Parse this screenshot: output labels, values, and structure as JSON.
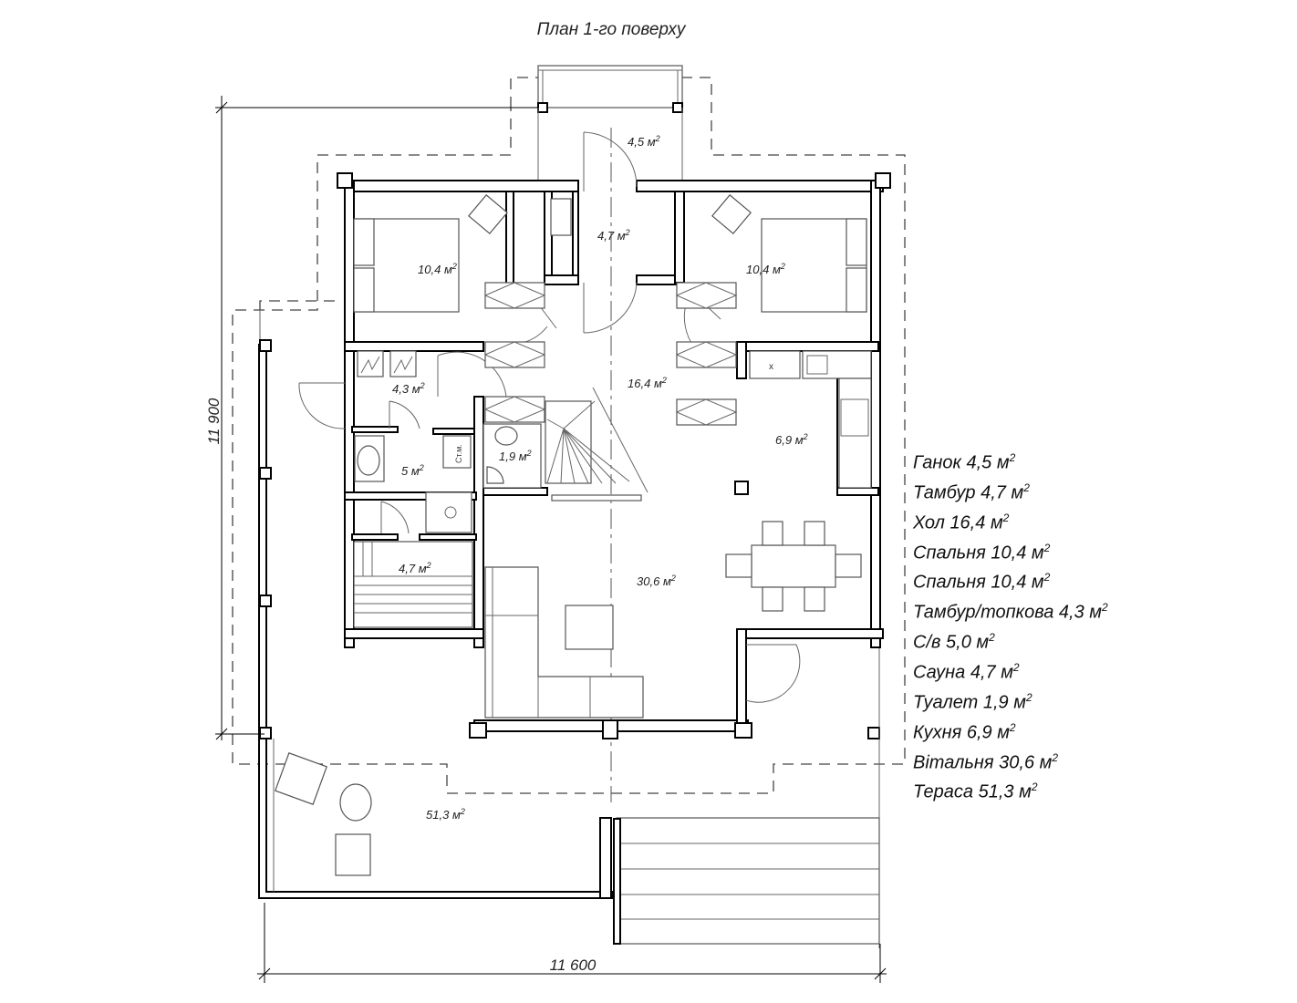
{
  "title": "План 1-го поверху",
  "unit": "м",
  "unit_sup": "2",
  "dimensions": {
    "height": "11 900",
    "width": "11 600"
  },
  "room_labels": {
    "porch": "4,5",
    "vestibule": "4,7",
    "bedroom_left": "10,4",
    "bedroom_right": "10,4",
    "hall": "16,4",
    "boiler": "4,3",
    "kitchen": "6,9",
    "toilet": "1,9",
    "bathroom": "5",
    "sauna": "4,7",
    "living": "30,6",
    "terrace": "51,3"
  },
  "fixture_labels": {
    "washer": "Ст.м.",
    "stove_mark": "x"
  },
  "legend": [
    {
      "name": "Ганок",
      "area": "4,5"
    },
    {
      "name": "Тамбур",
      "area": "4,7"
    },
    {
      "name": "Хол",
      "area": "16,4"
    },
    {
      "name": "Спальня",
      "area": "10,4"
    },
    {
      "name": "Спальня",
      "area": "10,4"
    },
    {
      "name": "Тамбур/топкова",
      "area": "4,3"
    },
    {
      "name": "С/в",
      "area": "5,0"
    },
    {
      "name": "Сауна",
      "area": "4,7"
    },
    {
      "name": "Туалет",
      "area": "1,9"
    },
    {
      "name": "Кухня",
      "area": "6,9"
    },
    {
      "name": "Вітальня",
      "area": "30,6"
    },
    {
      "name": "Тераса",
      "area": "51,3"
    }
  ]
}
